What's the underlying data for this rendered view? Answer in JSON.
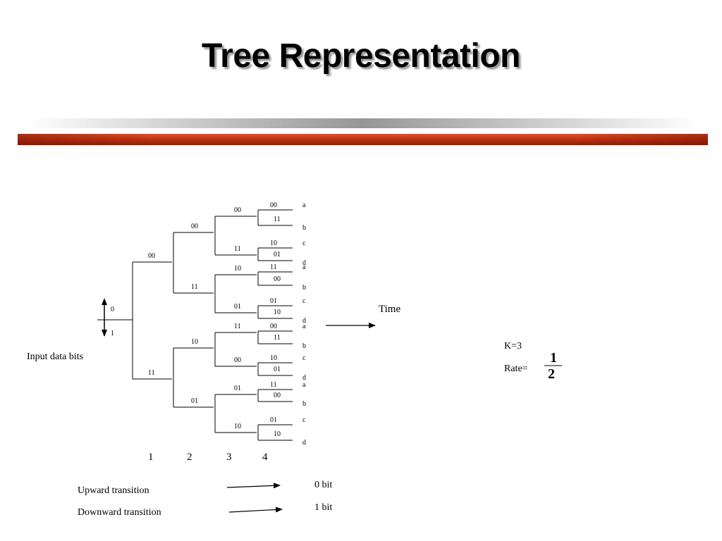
{
  "slide": {
    "title": "Tree Representation"
  },
  "tree": {
    "input_bits_label": "Input data bits",
    "bit_up": "0",
    "bit_down": "1",
    "time_label": "Time",
    "time_steps": [
      "1",
      "2",
      "3",
      "4"
    ],
    "level1": [
      "00",
      "11"
    ],
    "level2": [
      "00",
      "11",
      "10",
      "01"
    ],
    "level3": [
      "00",
      "11",
      "10",
      "01",
      "11",
      "00",
      "01",
      "10"
    ],
    "level4_up": [
      "00",
      "10",
      "11",
      "01",
      "00",
      "10",
      "11",
      "01"
    ],
    "level4_down": [
      "11",
      "01",
      "00",
      "10",
      "11",
      "01",
      "00",
      "10"
    ],
    "states_up": [
      "a",
      "c",
      "a",
      "c",
      "a",
      "c",
      "a",
      "c"
    ],
    "states_down": [
      "b",
      "d",
      "b",
      "d",
      "b",
      "d",
      "b",
      "d"
    ]
  },
  "params": {
    "k_label": "K=3",
    "rate_label": "Rate=",
    "rate_numerator": "1",
    "rate_denominator": "2"
  },
  "legend": {
    "upward_label": "Upward transition",
    "downward_label": "Downward transition",
    "upward_value": "0 bit",
    "downward_value": "1 bit"
  }
}
